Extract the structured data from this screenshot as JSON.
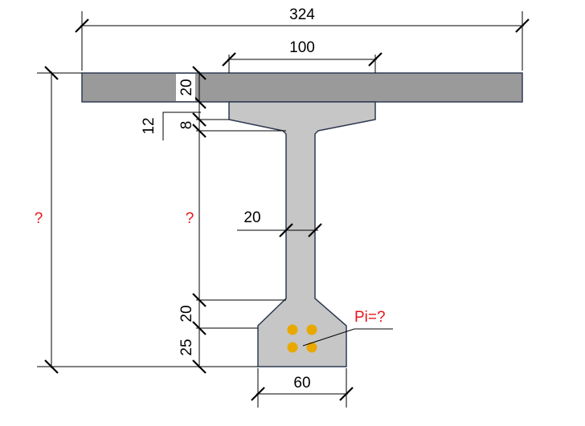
{
  "diagram": {
    "dimensions": {
      "deck_width": "324",
      "flange_width": "100",
      "deck_thickness": "20",
      "upper_offset": "12",
      "upper_haunch": "8",
      "total_height": "?",
      "web_height": "?",
      "web_width": "20",
      "lower_haunch": "20",
      "bottom_flange": "25",
      "bottom_width": "60"
    },
    "prestress_label": "Pi=?",
    "colors": {
      "deck": "#9a9a9a",
      "beam": "#c6c6c6",
      "outline": "#2f3a52",
      "strand": "#e8a800",
      "unknown": "#e8141c"
    }
  }
}
